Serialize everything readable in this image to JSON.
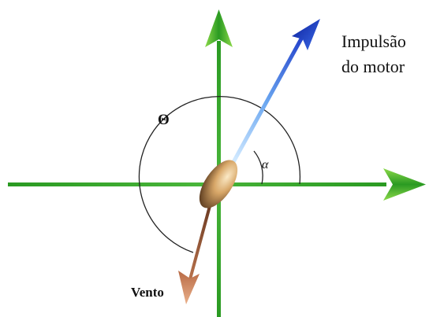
{
  "labels": {
    "impulse_line1": "Impulsão",
    "impulse_line2": "do motor",
    "theta": "Θ",
    "alpha": "α",
    "wind": "Vento"
  },
  "colors": {
    "axis_green": "#2a9a22",
    "axis_green_light": "#8cd94a",
    "impulse_blue": "#1d39c8",
    "impulse_blue_light": "#9ad2ff",
    "wind_brown": "#8a4a2e",
    "wind_brown_light": "#e6a07a",
    "body_dark": "#6b4322",
    "body_light": "#f3d7a6",
    "arc_color": "#222222"
  },
  "icons": {
    "up_arrow": "green-arrow-up-icon",
    "right_arrow": "green-arrow-right-icon",
    "thrust_arrow": "blue-arrow-icon",
    "wind_arrow": "brown-arrow-icon"
  }
}
